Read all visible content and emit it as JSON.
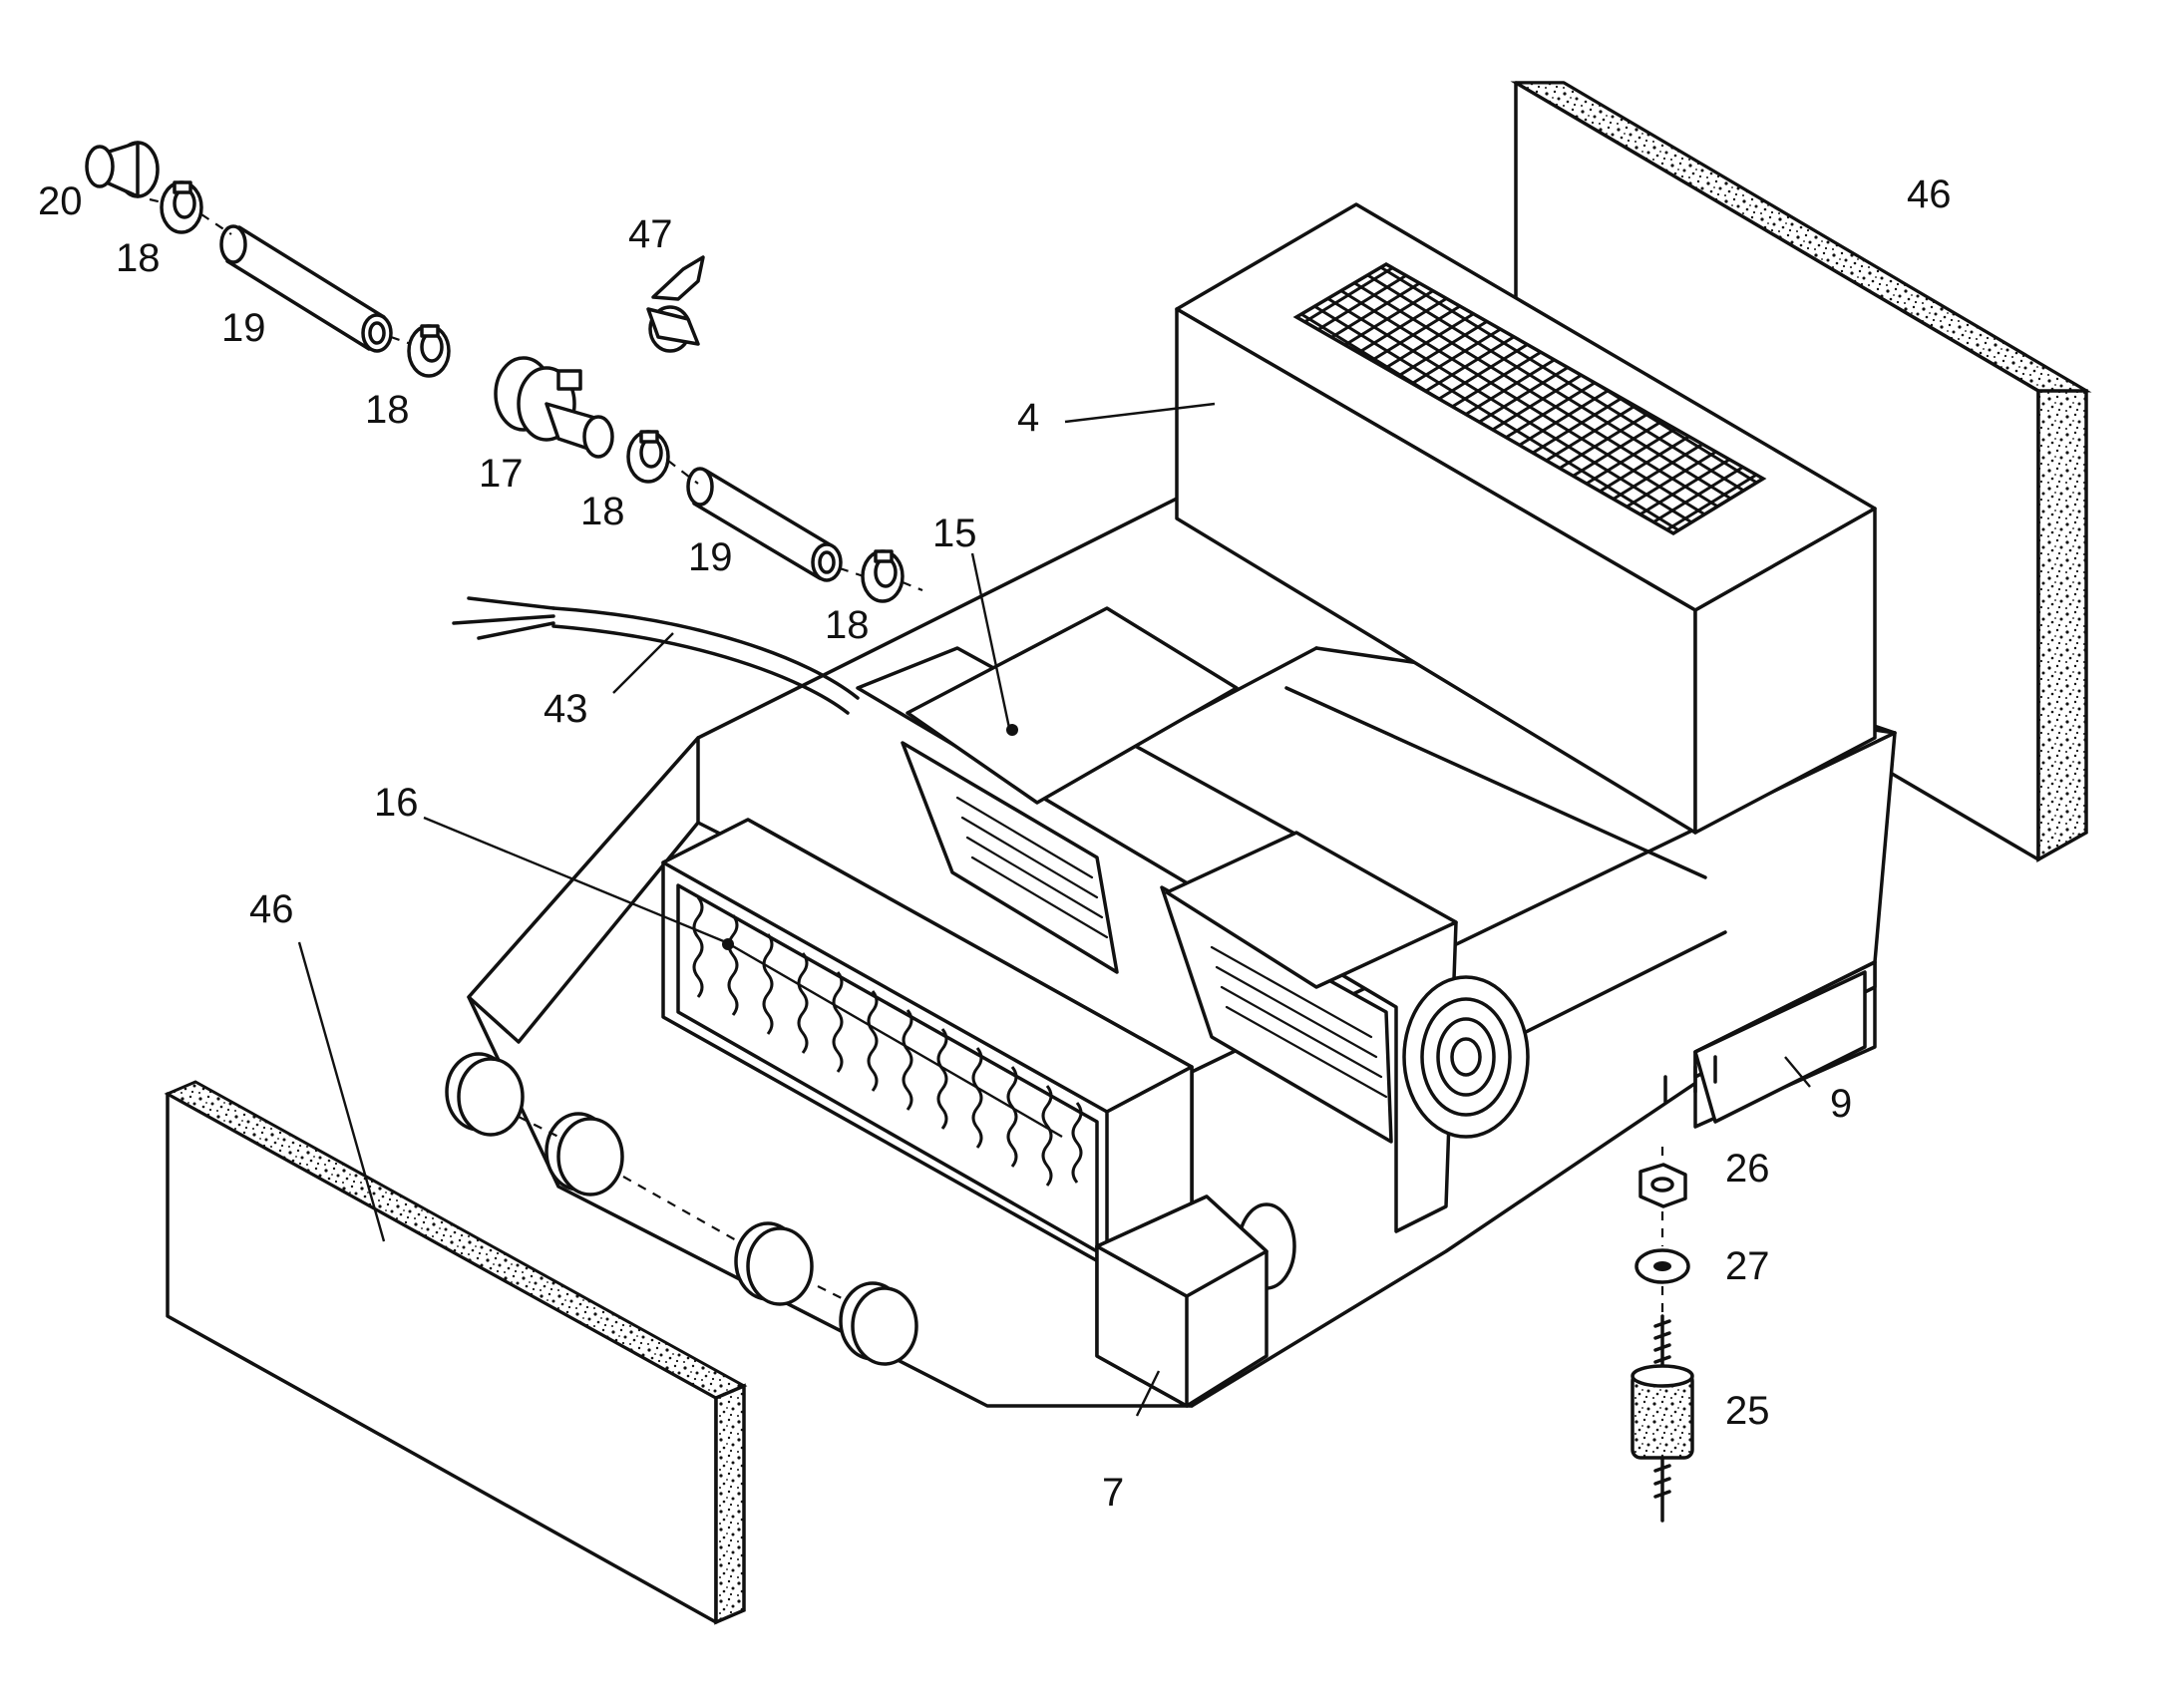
{
  "callouts": [
    {
      "id": "c20",
      "text": "20"
    },
    {
      "id": "c18a",
      "text": "18"
    },
    {
      "id": "c19a",
      "text": "19"
    },
    {
      "id": "c47",
      "text": "47"
    },
    {
      "id": "c18b",
      "text": "18"
    },
    {
      "id": "c17",
      "text": "17"
    },
    {
      "id": "c18c",
      "text": "18"
    },
    {
      "id": "c19b",
      "text": "19"
    },
    {
      "id": "c15",
      "text": "15"
    },
    {
      "id": "c18d",
      "text": "18"
    },
    {
      "id": "c4",
      "text": "4"
    },
    {
      "id": "c46a",
      "text": "46"
    },
    {
      "id": "c43",
      "text": "43"
    },
    {
      "id": "c16",
      "text": "16"
    },
    {
      "id": "c46b",
      "text": "46"
    },
    {
      "id": "c9",
      "text": "9"
    },
    {
      "id": "c26",
      "text": "26"
    },
    {
      "id": "c27",
      "text": "27"
    },
    {
      "id": "c25",
      "text": "25"
    },
    {
      "id": "c7",
      "text": "7"
    }
  ]
}
